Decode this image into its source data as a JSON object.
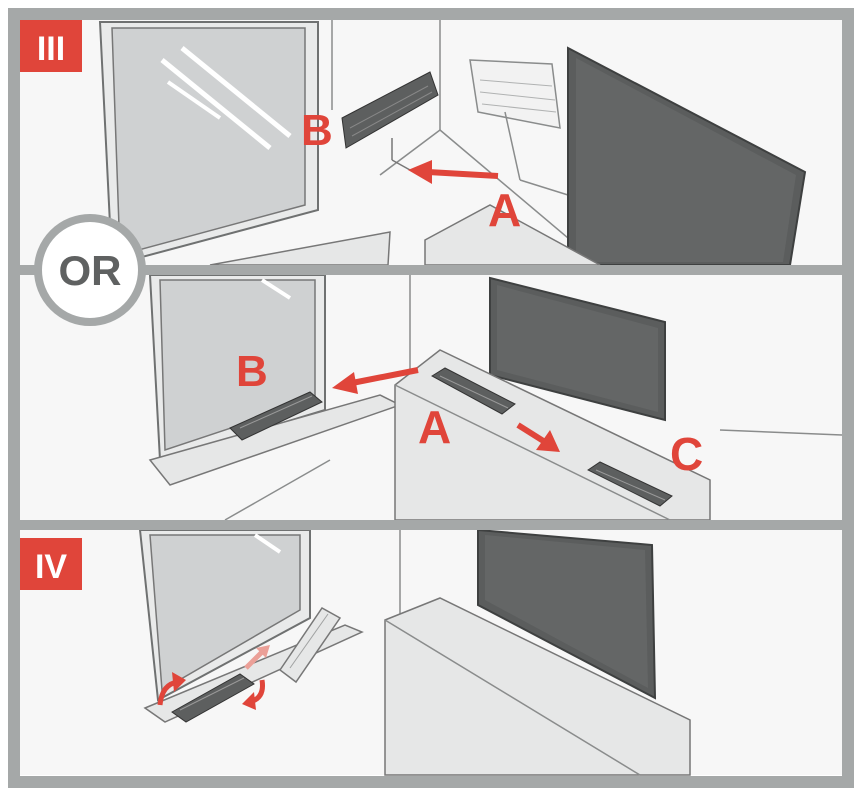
{
  "badges": {
    "step3": "III",
    "step4": "IV",
    "or": "OR"
  },
  "panel1": {
    "label_b": "B",
    "label_a": "A"
  },
  "panel2": {
    "label_b": "B",
    "label_a": "A",
    "label_c": "C"
  },
  "colors": {
    "frame": "#a5a8a8",
    "accent": "#e0453a",
    "screen": "#5b5d5d",
    "furniture": "#e6e7e7",
    "line": "#8a8c8c",
    "glass": "#d8dadb",
    "antenna_dark": "#5d5f5f"
  }
}
